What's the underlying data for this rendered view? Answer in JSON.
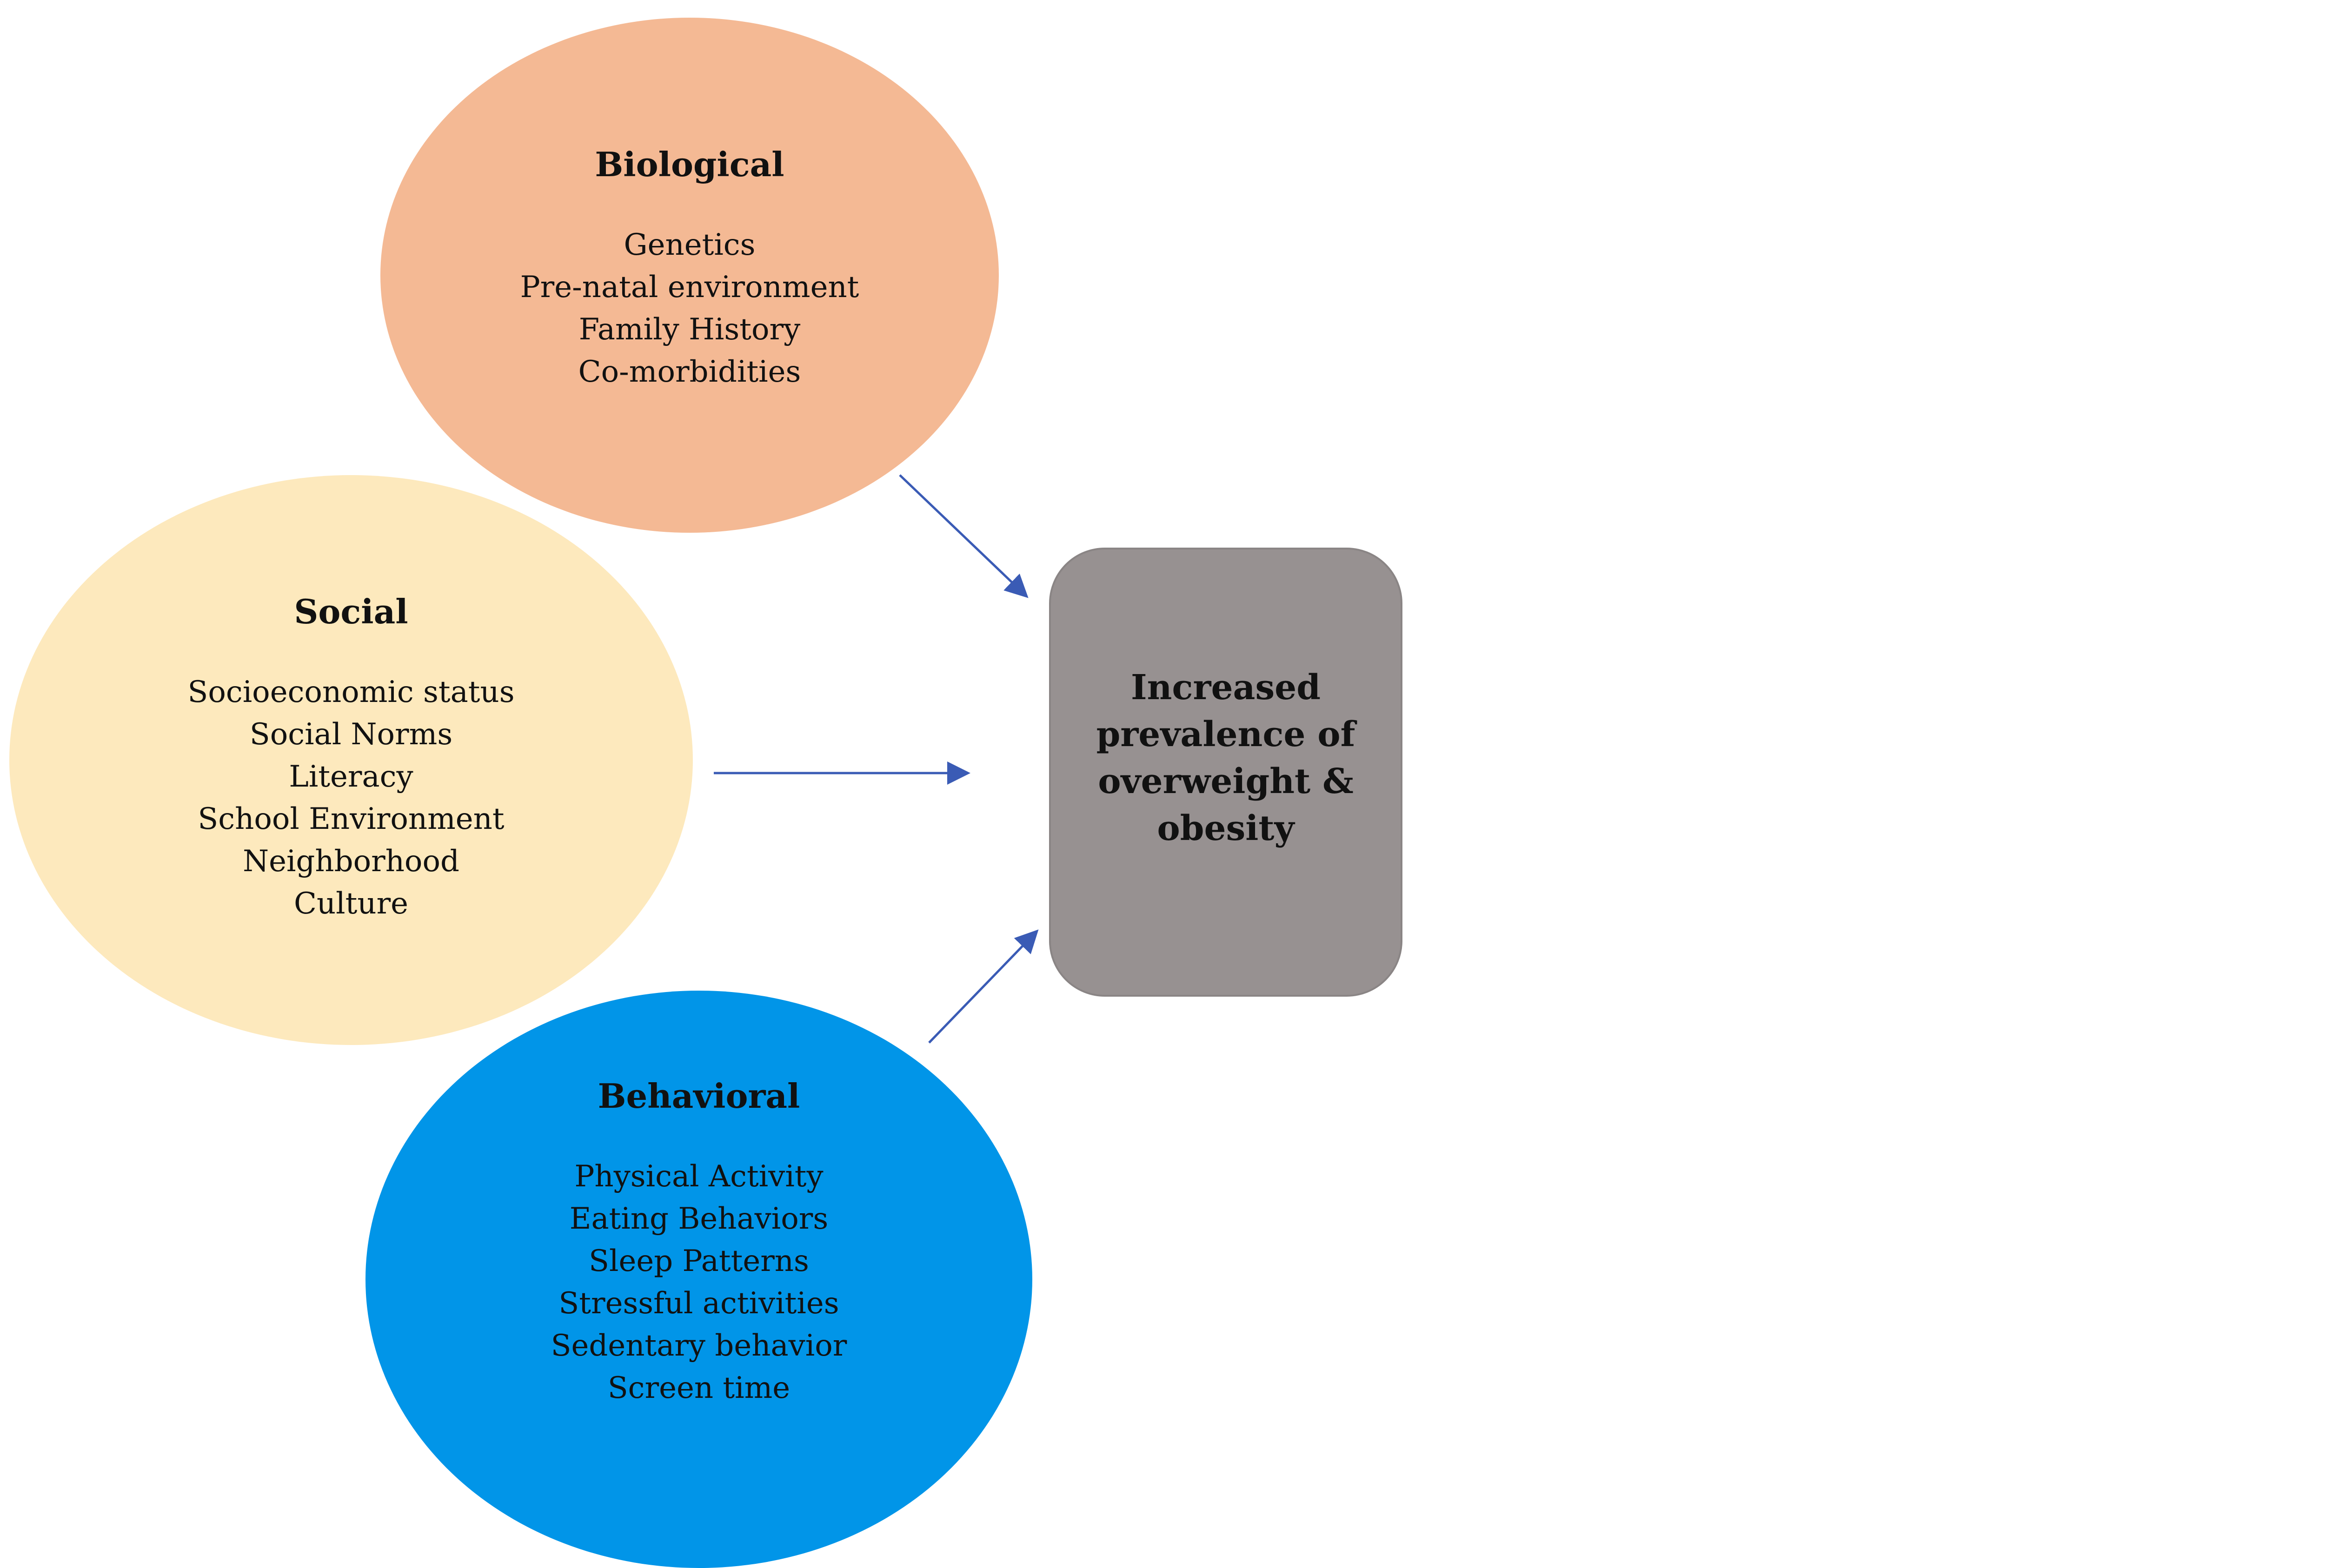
{
  "nodes": {
    "biological": {
      "title": "Biological",
      "items": [
        "Genetics",
        "Pre-natal environment",
        "Family History",
        "Co-morbidities"
      ],
      "color": "#f4b994"
    },
    "social": {
      "title": "Social",
      "items": [
        "Socioeconomic status",
        "Social Norms",
        "Literacy",
        "School Environment",
        "Neighborhood",
        "Culture"
      ],
      "color": "#fde9bd"
    },
    "behavioral": {
      "title": "Behavioral",
      "items": [
        "Physical Activity",
        "Eating Behaviors",
        "Sleep Patterns",
        "Stressful activities",
        "Sedentary behavior",
        "Screen time"
      ],
      "color": "#0195e8"
    },
    "outcome": {
      "lines": [
        "Increased",
        "prevalence of",
        "overweight &",
        "obesity"
      ],
      "color": "#979191"
    }
  },
  "edges": [
    {
      "from": "biological",
      "to": "outcome"
    },
    {
      "from": "social",
      "to": "outcome"
    },
    {
      "from": "behavioral",
      "to": "outcome"
    }
  ],
  "arrow_color": "#3a5bb5"
}
